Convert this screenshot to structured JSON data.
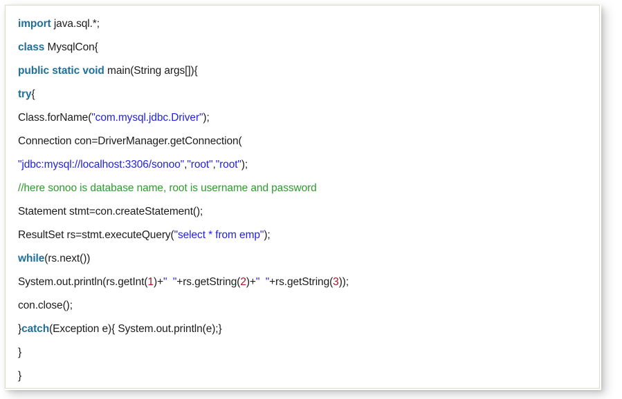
{
  "document": {
    "type": "code-snippet",
    "language": "Java",
    "title": "MysqlCon"
  },
  "theme": {
    "page_background": "#ffffff",
    "box_background": "#ffffff",
    "box_border_color": "#dcdcc6",
    "keyword_color": "#1f6f9a",
    "string_color": "#2222dd",
    "comment_color": "#2e9a2e",
    "number_color": "#b01020",
    "plain_color": "#1b1b1b",
    "shadow_color": "rgba(120,120,120,0.38)"
  },
  "code": {
    "lines": [
      {
        "index": 1,
        "text": "import java.sql.*;",
        "tokens": [
          {
            "t": "import",
            "k": "kw"
          },
          {
            "t": " java.sql.*;",
            "k": "plain"
          }
        ]
      },
      {
        "index": 2,
        "text": "class MysqlCon{",
        "tokens": [
          {
            "t": "class",
            "k": "kw"
          },
          {
            "t": " MysqlCon{",
            "k": "plain"
          }
        ]
      },
      {
        "index": 3,
        "text": "public static void main(String args[]){",
        "tokens": [
          {
            "t": "public static void",
            "k": "kw"
          },
          {
            "t": " main(String args[]){",
            "k": "plain"
          }
        ]
      },
      {
        "index": 4,
        "text": "try{",
        "tokens": [
          {
            "t": "try",
            "k": "kw"
          },
          {
            "t": "{",
            "k": "plain"
          }
        ]
      },
      {
        "index": 5,
        "text": "Class.forName(\"com.mysql.jdbc.Driver\");",
        "tokens": [
          {
            "t": "Class.forName(",
            "k": "plain"
          },
          {
            "t": "\"com.mysql.jdbc.Driver\"",
            "k": "str"
          },
          {
            "t": ");",
            "k": "plain"
          }
        ]
      },
      {
        "index": 6,
        "text": "Connection con=DriverManager.getConnection(",
        "tokens": [
          {
            "t": "Connection con=DriverManager.getConnection(",
            "k": "plain"
          }
        ]
      },
      {
        "index": 7,
        "text": "\"jdbc:mysql://localhost:3306/sonoo\",\"root\",\"root\");",
        "tokens": [
          {
            "t": "\"jdbc:mysql://localhost:3306/sonoo\"",
            "k": "str"
          },
          {
            "t": ",",
            "k": "plain"
          },
          {
            "t": "\"root\"",
            "k": "str"
          },
          {
            "t": ",",
            "k": "plain"
          },
          {
            "t": "\"root\"",
            "k": "str"
          },
          {
            "t": ");",
            "k": "plain"
          }
        ]
      },
      {
        "index": 8,
        "text": "//here sonoo is database name, root is username and password",
        "tokens": [
          {
            "t": "//here sonoo is database name, root is username and password",
            "k": "cmt"
          }
        ]
      },
      {
        "index": 9,
        "text": "Statement stmt=con.createStatement();",
        "tokens": [
          {
            "t": "Statement stmt=con.createStatement();",
            "k": "plain"
          }
        ]
      },
      {
        "index": 10,
        "text": "ResultSet rs=stmt.executeQuery(\"select * from emp\");",
        "tokens": [
          {
            "t": "ResultSet rs=stmt.executeQuery(",
            "k": "plain"
          },
          {
            "t": "\"select * from emp\"",
            "k": "str"
          },
          {
            "t": ");",
            "k": "plain"
          }
        ]
      },
      {
        "index": 11,
        "text": "while(rs.next())",
        "tokens": [
          {
            "t": "while",
            "k": "kw"
          },
          {
            "t": "(rs.next())",
            "k": "plain"
          }
        ]
      },
      {
        "index": 12,
        "text": "System.out.println(rs.getInt(1)+\"  \"+rs.getString(2)+\"  \"+rs.getString(3));",
        "tokens": [
          {
            "t": "System.out.println(rs.getInt(",
            "k": "plain"
          },
          {
            "t": "1",
            "k": "num"
          },
          {
            "t": ")+",
            "k": "plain"
          },
          {
            "t": "\"  \"",
            "k": "str"
          },
          {
            "t": "+rs.getString(",
            "k": "plain"
          },
          {
            "t": "2",
            "k": "num"
          },
          {
            "t": ")+",
            "k": "plain"
          },
          {
            "t": "\"  \"",
            "k": "str"
          },
          {
            "t": "+rs.getString(",
            "k": "plain"
          },
          {
            "t": "3",
            "k": "num"
          },
          {
            "t": "));",
            "k": "plain"
          }
        ]
      },
      {
        "index": 13,
        "text": "con.close();",
        "tokens": [
          {
            "t": "con.close();",
            "k": "plain"
          }
        ]
      },
      {
        "index": 14,
        "text": "}catch(Exception e){ System.out.println(e);}",
        "tokens": [
          {
            "t": "}",
            "k": "plain"
          },
          {
            "t": "catch",
            "k": "kw"
          },
          {
            "t": "(Exception e){ System.out.println(e);}",
            "k": "plain"
          }
        ]
      },
      {
        "index": 15,
        "text": "}",
        "tokens": [
          {
            "t": "}",
            "k": "plain"
          }
        ]
      },
      {
        "index": 16,
        "text": "}",
        "tokens": [
          {
            "t": "}",
            "k": "plain"
          }
        ]
      }
    ]
  }
}
